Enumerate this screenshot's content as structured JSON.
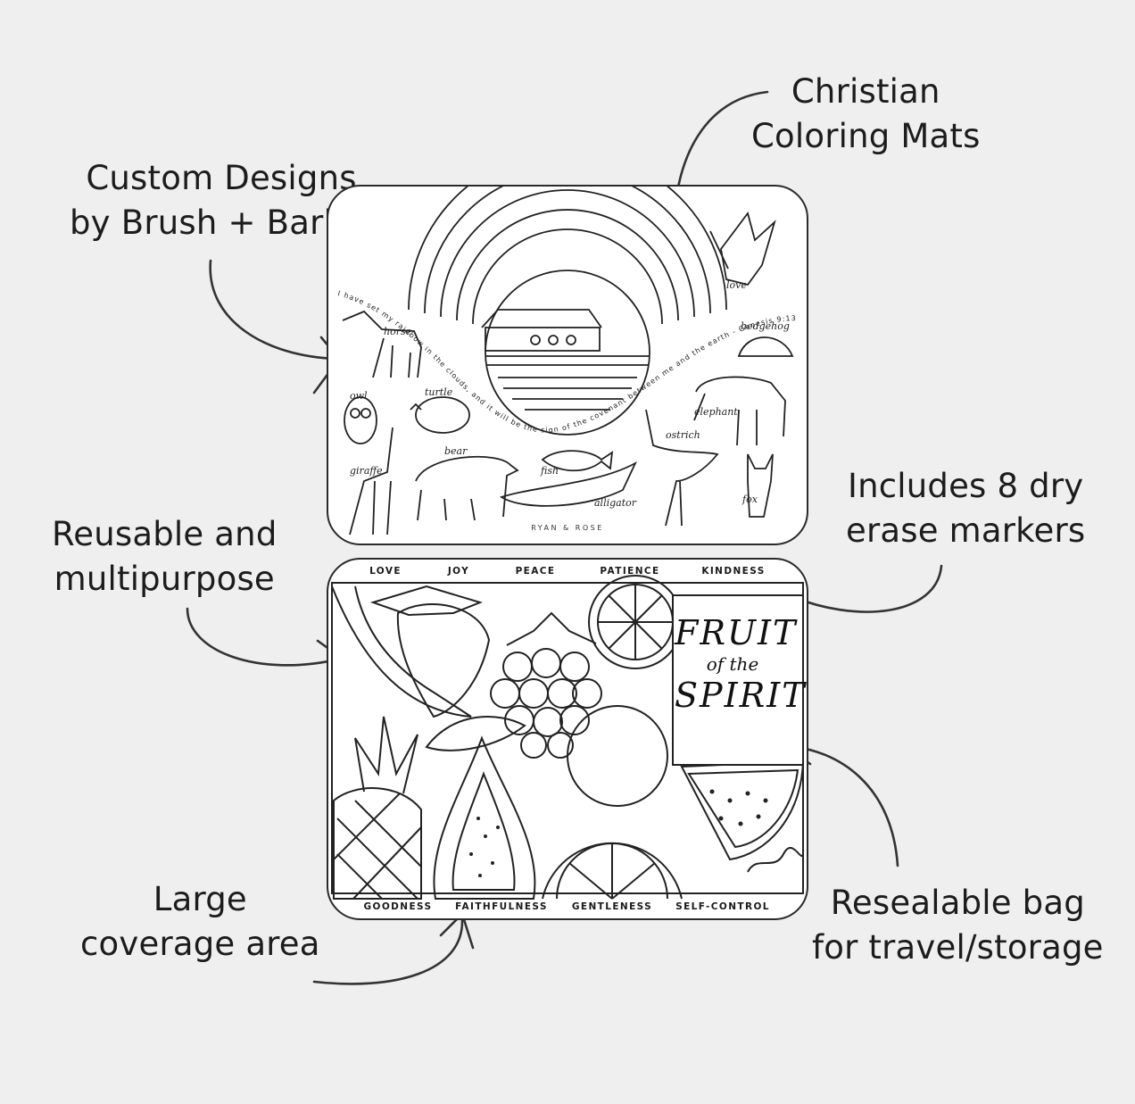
{
  "callouts": {
    "christian": [
      "Christian",
      "Coloring Mats"
    ],
    "custom": [
      "Custom Designs",
      "by Brush + Barley"
    ],
    "includes": [
      "Includes 8 dry",
      "erase markers"
    ],
    "reusable": [
      "Reusable and",
      "multipurpose"
    ],
    "large": [
      "Large",
      "coverage area"
    ],
    "resealable": [
      "Resealable bag",
      "for travel/storage"
    ]
  },
  "mat1": {
    "verse": "I have set my rainbow in the clouds, and it will be the sign of the covenant between me and the earth - Genesis 9:13",
    "brand": "RYAN & ROSE",
    "animals": [
      "love",
      "horse",
      "owl",
      "turtle",
      "giraffe",
      "bear",
      "fish",
      "alligator",
      "ostrich",
      "elephant",
      "hedgehog",
      "fox"
    ]
  },
  "mat2": {
    "virtues_top": [
      "LOVE",
      "JOY",
      "PEACE",
      "PATIENCE",
      "KINDNESS"
    ],
    "virtues_bottom": [
      "GOODNESS",
      "FAITHFULNESS",
      "GENTLENESS",
      "SELF-CONTROL"
    ],
    "title_line1": "FRUIT",
    "title_line2": "of the",
    "title_line3": "SPIRIT"
  },
  "colors": {
    "background": "#efefef",
    "ink": "#1c1c1c",
    "mat": "#ffffff"
  }
}
